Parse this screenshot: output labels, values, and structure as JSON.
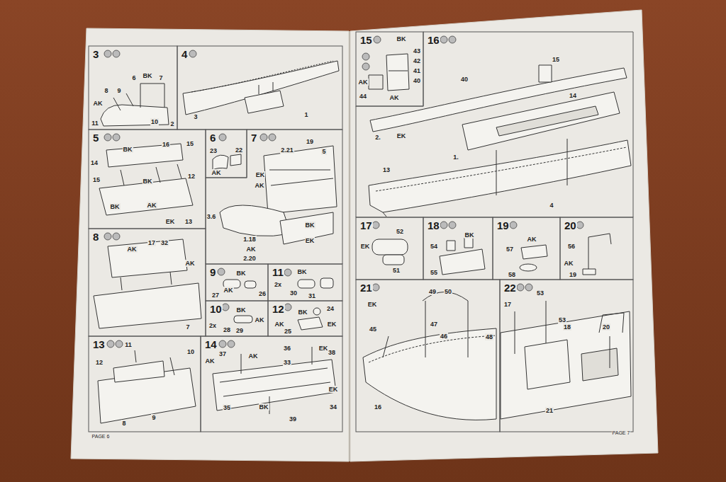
{
  "diagram": {
    "nodes": [
      {
        "text": [
          "3"
        ]
      },
      {
        "text": [
          "4"
        ]
      },
      {
        "text": [
          "5"
        ]
      },
      {
        "text": [
          "6"
        ]
      },
      {
        "text": [
          "7"
        ]
      },
      {
        "text": [
          "8"
        ]
      },
      {
        "text": [
          "9"
        ]
      },
      {
        "text": [
          "11"
        ]
      },
      {
        "text": [
          "10"
        ]
      },
      {
        "text": [
          "12"
        ]
      },
      {
        "text": [
          "13"
        ]
      },
      {
        "text": [
          "14"
        ]
      },
      {
        "text": [
          "15"
        ]
      },
      {
        "text": [
          "16"
        ]
      },
      {
        "text": [
          "17"
        ]
      },
      {
        "text": [
          "18"
        ]
      },
      {
        "text": [
          "19"
        ]
      },
      {
        "text": [
          "20"
        ]
      },
      {
        "text": [
          "21"
        ]
      },
      {
        "text": [
          "22"
        ]
      }
    ],
    "labels": [
      "6",
      "BK",
      "7",
      "8",
      "9",
      "AK",
      "11",
      "10",
      "2",
      "3",
      "1",
      "16",
      "15",
      "14",
      "BK",
      "12",
      "15",
      "BK",
      "BK",
      "AK",
      "EK",
      "13",
      "23",
      "22",
      "AK",
      "19",
      "2.21",
      "5",
      "EK",
      "AK",
      "3.6",
      "1.18",
      "AK",
      "2.20",
      "BK",
      "EK",
      "17",
      "32",
      "AK",
      "AK",
      "7",
      "BK",
      "AK",
      "26",
      "27",
      "2x",
      "BK",
      "30",
      "31",
      "2x",
      "28",
      "29",
      "BK",
      "AK",
      "24",
      "AK",
      "BK",
      "EK",
      "25",
      "12",
      "11",
      "10",
      "8",
      "9",
      "AK",
      "37",
      "AK",
      "36",
      "33",
      "EK",
      "38",
      "EK",
      "35",
      "BK",
      "34",
      "39",
      "PAGE 6",
      "BK",
      "43",
      "42",
      "41",
      "40",
      "AK",
      "44",
      "AK",
      "40",
      "15",
      "14",
      "EK",
      "2.",
      "1.",
      "13",
      "4",
      "EK",
      "52",
      "51",
      "BK",
      "54",
      "55",
      "AK",
      "57",
      "58",
      "AK",
      "56",
      "19",
      "EK",
      "45",
      "49",
      "50",
      "47",
      "46",
      "48",
      "16",
      "17",
      "53",
      "53",
      "18",
      "20",
      "21",
      "PAGE 7"
    ]
  }
}
